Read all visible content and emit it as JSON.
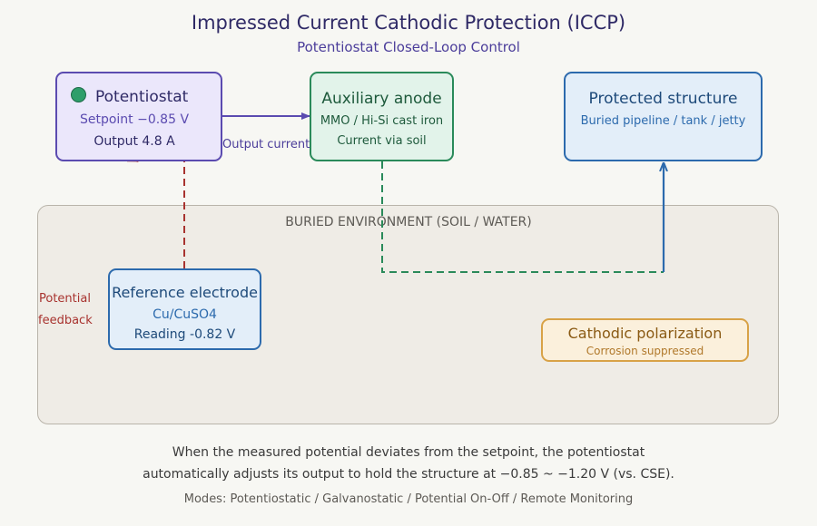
{
  "title": "Impressed Current Cathodic Protection (ICCP)",
  "subtitle": "Potentiostat Closed-Loop Control",
  "environment": {
    "label": "BURIED ENVIRONMENT (SOIL / WATER)"
  },
  "potentiostat": {
    "title": "Potentiostat",
    "setpoint": "Setpoint −0.85 V",
    "output": "Output 4.8 A",
    "indicator_color": "#2e9e6a"
  },
  "anode": {
    "title": "Auxiliary anode",
    "material": "MMO / Hi-Si cast iron",
    "note": "Current via soil"
  },
  "structure": {
    "title": "Protected structure",
    "examples": "Buried pipeline / tank / jetty"
  },
  "reference": {
    "title": "Reference electrode",
    "type": "Cu/CuSO4",
    "reading": "Reading -0.82 V"
  },
  "polarization": {
    "title": "Cathodic polarization",
    "note": "Corrosion suppressed"
  },
  "connectors": {
    "output_current": "Output current",
    "feedback_line1": "Potential",
    "feedback_line2": "feedback"
  },
  "footer": {
    "line1": "When the measured potential deviates from the setpoint, the potentiostat",
    "line2": "automatically adjusts its output to hold the structure at −0.85 ~ −1.20 V (vs. CSE).",
    "modes": "Modes: Potentiostatic / Galvanostatic / Potential On-Off / Remote Monitoring"
  },
  "colors": {
    "purple": "#5b4bb0",
    "green": "#2a8a5a",
    "blue": "#2c6aad",
    "red": "#a8332f",
    "orange": "#d8a247"
  }
}
